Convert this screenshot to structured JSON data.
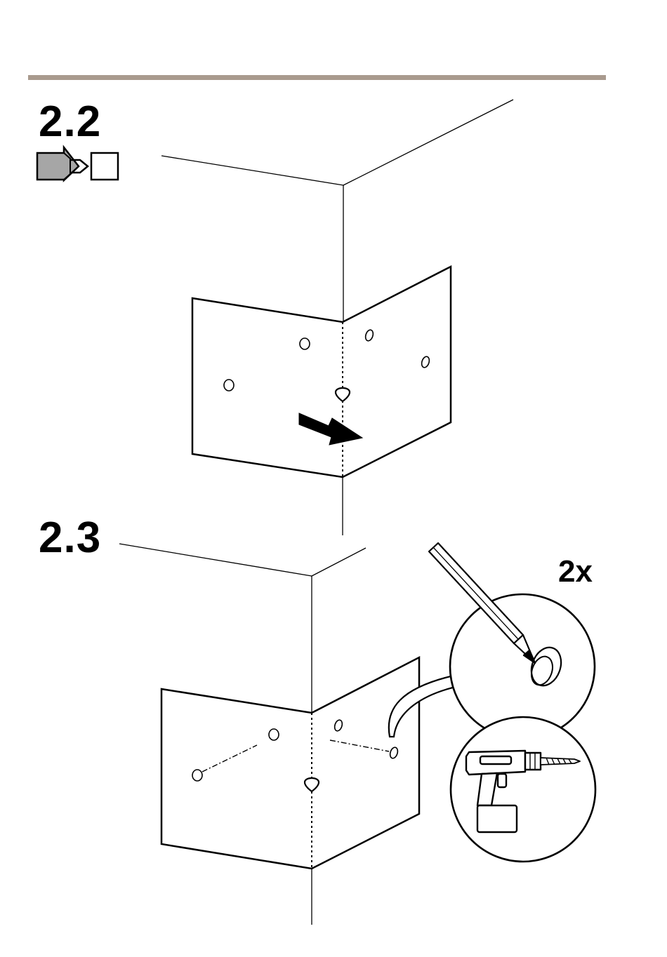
{
  "colors": {
    "rule": "#a99a8e",
    "ink": "#000000",
    "paper": "#ffffff",
    "symbol_fill": "#a6a6a6"
  },
  "steps": [
    {
      "number": "2.2",
      "icons": [
        "arrow-to-box-icon"
      ]
    },
    {
      "number": "2.3",
      "multiplier": "2x",
      "icons": [
        "pencil-icon",
        "drill-icon"
      ]
    }
  ]
}
